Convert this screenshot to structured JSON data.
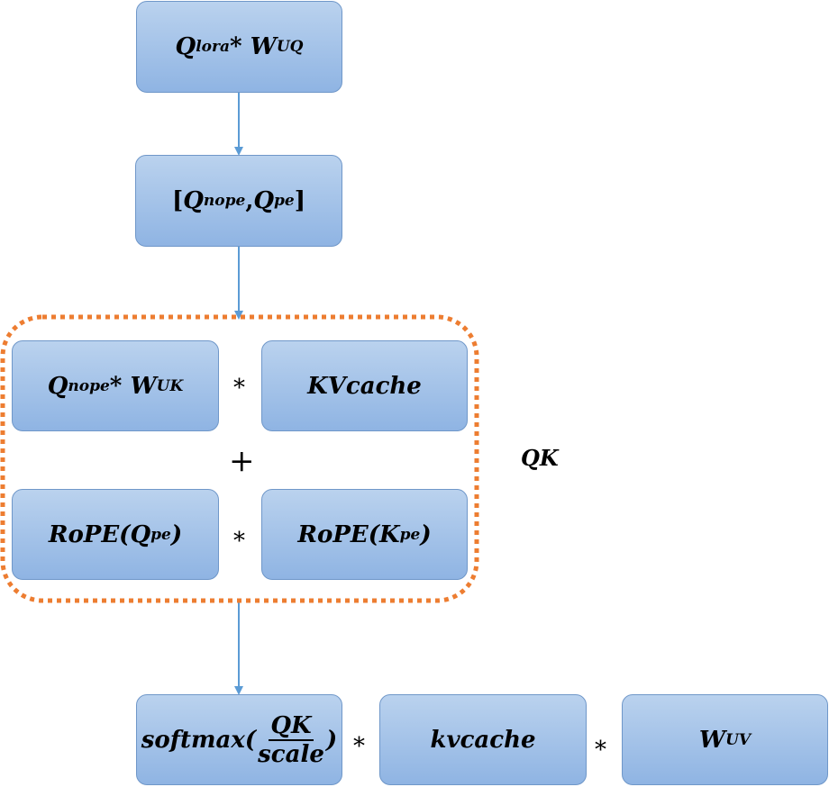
{
  "nodes": {
    "q_lora": {
      "base": "Q",
      "sub": "lora",
      "mid": " * W",
      "sup": "UQ"
    },
    "q_split": {
      "open": "[",
      "a_base": "Q",
      "a_sub": "nope",
      "comma": ", ",
      "b_base": "Q",
      "b_sub": "pe",
      "close": "]"
    },
    "q_nope_wuk": {
      "base": "Q",
      "sub": "nope",
      "mid": " * W",
      "sup": "UK"
    },
    "kvcache_top": {
      "text": "KVcache"
    },
    "rope_q": {
      "pre": "RoPE(",
      "base": "Q",
      "sub": "pe",
      "post": ")"
    },
    "rope_k": {
      "pre": "RoPE(",
      "base": "K",
      "sub": "pe",
      "post": ")"
    },
    "softmax": {
      "pre": "softmax(",
      "num": "QK",
      "den": "scale",
      "post": ")"
    },
    "kvcache_bottom": {
      "text": "kvcache"
    },
    "w_uv": {
      "base": "W",
      "sup": "UV"
    }
  },
  "operators": {
    "mul_top": "*",
    "plus": "+",
    "mul_mid": "*",
    "mul_bottom_1": "*",
    "mul_bottom_2": "*"
  },
  "group_label": "QK",
  "colors": {
    "box_top": "#bad2ee",
    "box_bottom": "#8fb4e3",
    "box_border": "#6f97c9",
    "arrow": "#5b9bd5",
    "group_border": "#ed7d31"
  }
}
